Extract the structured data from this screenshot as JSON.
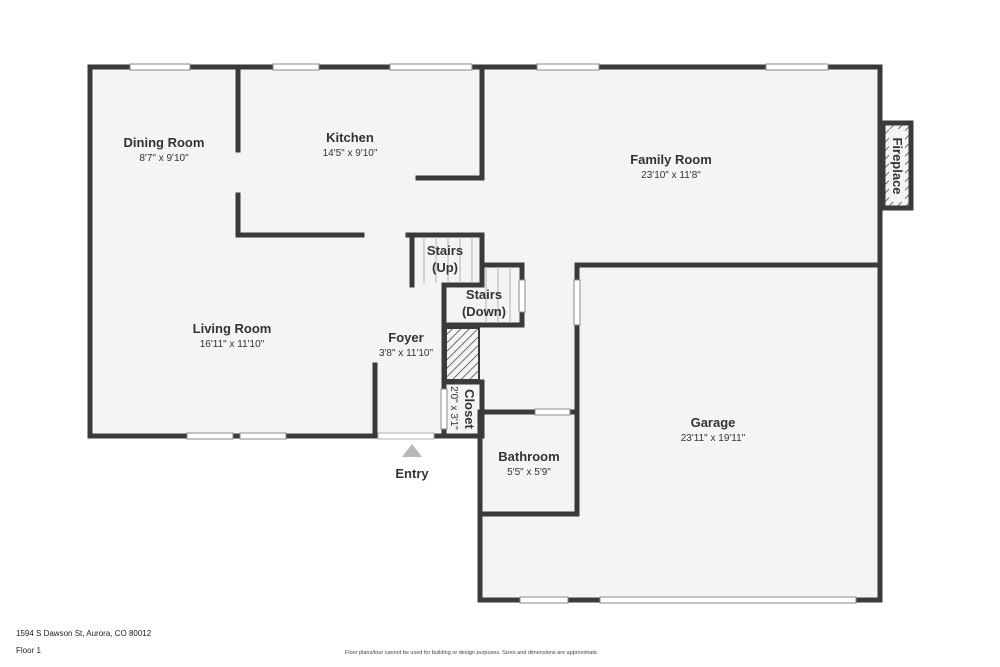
{
  "rooms": {
    "dining": {
      "name": "Dining Room",
      "dims": "8'7\" x 9'10\""
    },
    "kitchen": {
      "name": "Kitchen",
      "dims": "14'5\" x 9'10\""
    },
    "family": {
      "name": "Family Room",
      "dims": "23'10\" x 11'8\""
    },
    "living": {
      "name": "Living Room",
      "dims": "16'11\" x 11'10\""
    },
    "foyer": {
      "name": "Foyer",
      "dims": "3'8\" x 11'10\""
    },
    "garage": {
      "name": "Garage",
      "dims": "23'11\" x 19'11\""
    },
    "bathroom": {
      "name": "Bathroom",
      "dims": "5'5\" x 5'9\""
    },
    "closet": {
      "name": "Closet",
      "dims": "2'0\" x 3'1\""
    }
  },
  "labels": {
    "stairs_up_1": "Stairs",
    "stairs_up_2": "(Up)",
    "stairs_down_1": "Stairs",
    "stairs_down_2": "(Down)",
    "fireplace": "Fireplace",
    "entry": "Entry"
  },
  "footer": {
    "address": "1594 S Dawson St, Aurora, CO 80012",
    "floor": "Floor 1",
    "disclaimer": "Floor plans/tour cannot be used for building or design purposes. Sizes and dimensions are approximate."
  },
  "colors": {
    "wall": "#3a3a3a",
    "floor": "#f4f4f4",
    "text": "#333333"
  }
}
